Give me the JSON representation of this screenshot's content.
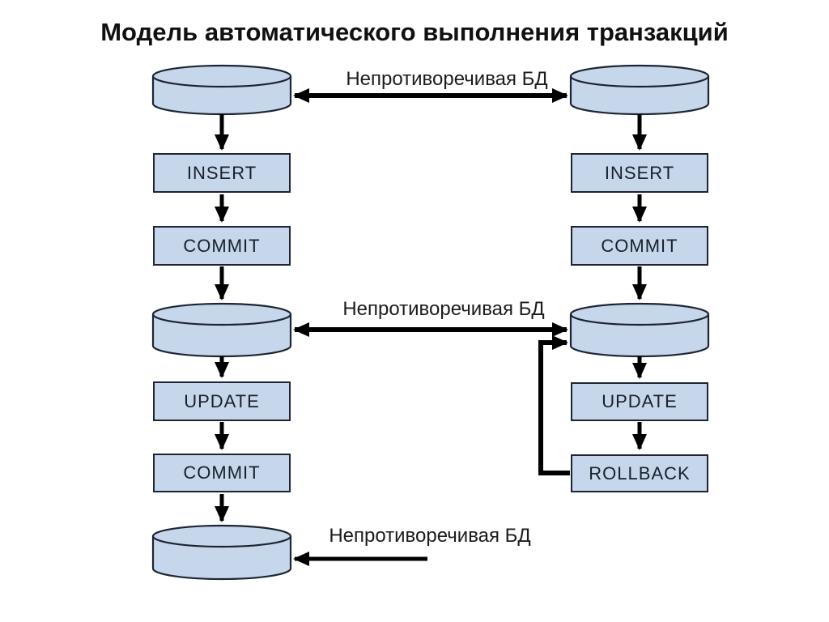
{
  "title": "Модель автоматического выполнения транзакций",
  "colors": {
    "background": "#ffffff",
    "shape_fill": "#c6d7ec",
    "shape_border": "#1d2433",
    "arrow": "#000000",
    "box_text": "#18202c"
  },
  "icons": {
    "database": "cylinder-shape"
  },
  "left_flow": {
    "insert": "INSERT",
    "commit1": "COMMIT",
    "update": "UPDATE",
    "commit2": "COMMIT"
  },
  "right_flow": {
    "insert": "INSERT",
    "commit": "COMMIT",
    "update": "UPDATE",
    "rollback": "ROLLBACK"
  },
  "labels": {
    "consistent_db_top": "Непротиворечивая БД",
    "consistent_db_middle": "Непротиворечивая БД",
    "consistent_db_bottom": "Непротиворечивая БД"
  }
}
